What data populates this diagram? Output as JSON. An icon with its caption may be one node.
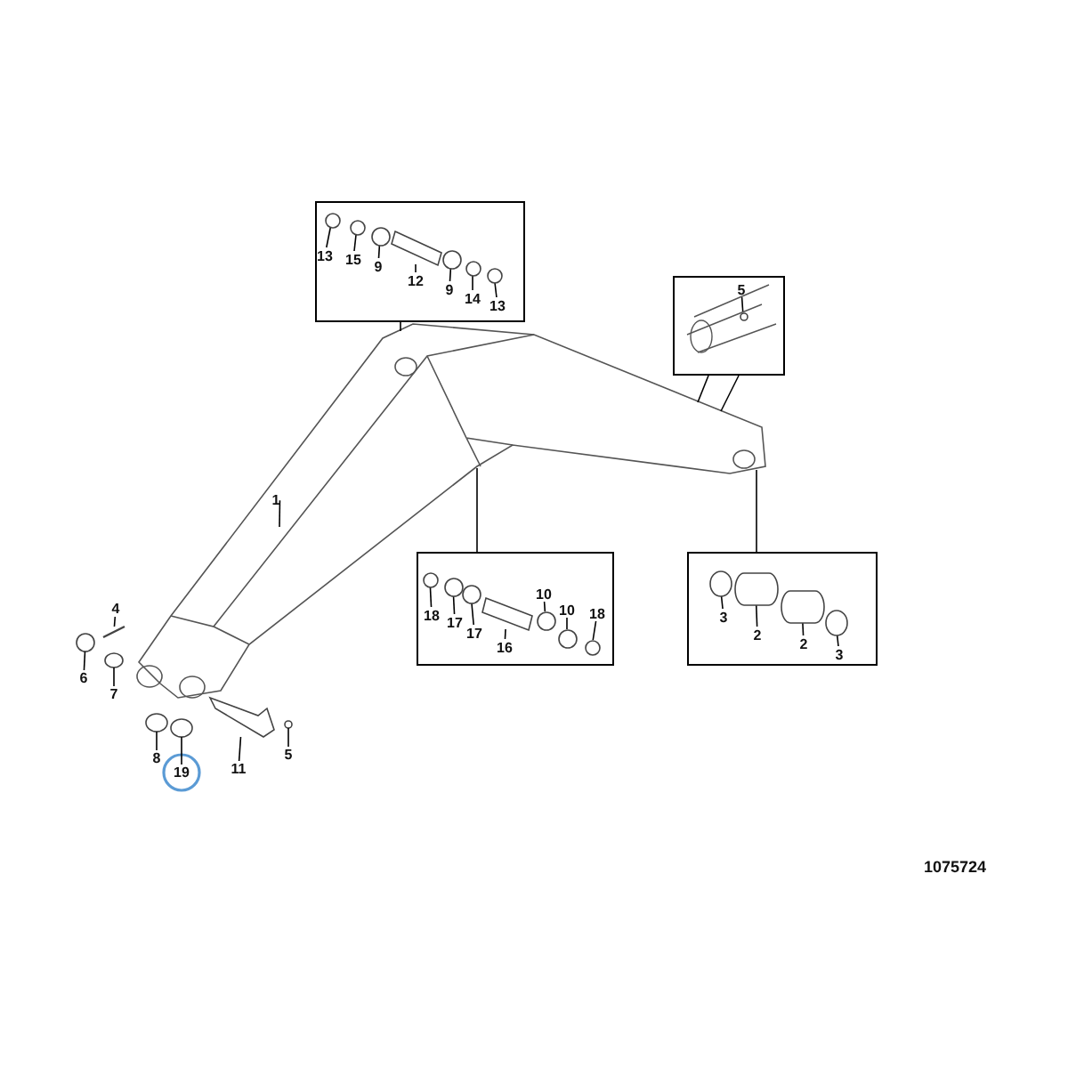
{
  "diagram": {
    "nodes": [
      {
        "text": [],
        "shape": "box"
      },
      {
        "text": [
          "13"
        ],
        "in": 0
      },
      {
        "text": [
          "15"
        ],
        "in": 0
      },
      {
        "text": [
          "9"
        ],
        "in": 0
      },
      {
        "text": [
          "12"
        ],
        "in": 0
      },
      {
        "text": [
          "9"
        ],
        "in": 0
      },
      {
        "text": [
          "14"
        ],
        "in": 0
      },
      {
        "text": [
          "13"
        ],
        "in": 0
      },
      {
        "text": [],
        "shape": "circle",
        "in": 0
      },
      {
        "text": [],
        "shape": "circle",
        "in": 0
      },
      {
        "text": [],
        "shape": "circle",
        "in": 0
      },
      {
        "text": [],
        "shape": "cylinder",
        "in": 0
      },
      {
        "text": [],
        "shape": "circle",
        "in": 0
      },
      {
        "text": [],
        "shape": "circle",
        "in": 0
      },
      {
        "text": [],
        "shape": "circle",
        "in": 0
      },
      {
        "text": [],
        "shape": "box"
      },
      {
        "text": [
          "5"
        ],
        "in": 15
      },
      {
        "text": [],
        "shape": "circle",
        "in": 15
      },
      {
        "text": [],
        "shape": "picture"
      },
      {
        "text": [
          "1"
        ],
        "in": 18
      },
      {
        "text": [],
        "shape": "box"
      },
      {
        "text": [
          "18"
        ],
        "in": 20
      },
      {
        "text": [
          "17"
        ],
        "in": 20
      },
      {
        "text": [
          "17"
        ],
        "in": 20
      },
      {
        "text": [
          "16"
        ],
        "in": 20
      },
      {
        "text": [
          "10"
        ],
        "in": 20
      },
      {
        "text": [
          "10"
        ],
        "in": 20
      },
      {
        "text": [
          "18"
        ],
        "in": 20
      },
      {
        "text": [],
        "shape": "circle",
        "in": 20
      },
      {
        "text": [],
        "shape": "circle",
        "in": 20
      },
      {
        "text": [],
        "shape": "circle",
        "in": 20
      },
      {
        "text": [],
        "shape": "cylinder",
        "in": 20
      },
      {
        "text": [],
        "shape": "circle",
        "in": 20
      },
      {
        "text": [],
        "shape": "circle",
        "in": 20
      },
      {
        "text": [],
        "shape": "circle",
        "in": 20
      },
      {
        "text": [],
        "shape": "box"
      },
      {
        "text": [
          "3"
        ],
        "in": 35
      },
      {
        "text": [
          "2"
        ],
        "in": 35
      },
      {
        "text": [
          "2"
        ],
        "in": 35
      },
      {
        "text": [
          "3"
        ],
        "in": 35
      },
      {
        "text": [],
        "shape": "circle",
        "in": 35
      },
      {
        "text": [],
        "shape": "cylinder",
        "in": 35
      },
      {
        "text": [],
        "shape": "cylinder",
        "in": 35
      },
      {
        "text": [],
        "shape": "circle",
        "in": 35
      },
      {
        "text": [
          "4"
        ]
      },
      {
        "text": [
          "6"
        ]
      },
      {
        "text": [
          "7"
        ]
      },
      {
        "text": [
          "8"
        ]
      },
      {
        "text": [
          "19"
        ]
      },
      {
        "text": [
          "11"
        ]
      },
      {
        "text": [
          "5"
        ]
      },
      {
        "text": [],
        "shape": "bar"
      },
      {
        "text": [],
        "shape": "circle"
      },
      {
        "text": [],
        "shape": "circle"
      },
      {
        "text": [],
        "shape": "circle"
      },
      {
        "text": [],
        "shape": "circle"
      },
      {
        "text": [],
        "shape": "cylinder"
      },
      {
        "text": [],
        "shape": "circle"
      }
    ],
    "edges": [
      {
        "from": 0,
        "to": 18,
        "arrow": "none"
      },
      {
        "from": 1,
        "to": 8,
        "arrow": "none"
      },
      {
        "from": 2,
        "to": 9,
        "arrow": "none"
      },
      {
        "from": 3,
        "to": 10,
        "arrow": "none"
      },
      {
        "from": 4,
        "to": 11,
        "arrow": "none"
      },
      {
        "from": 5,
        "to": 12,
        "arrow": "none"
      },
      {
        "from": 6,
        "to": 13,
        "arrow": "none"
      },
      {
        "from": 7,
        "to": 14,
        "arrow": "none"
      },
      {
        "from": 15,
        "to": 18,
        "arrow": "none"
      },
      {
        "from": 15,
        "to": 18,
        "arrow": "none"
      },
      {
        "from": 16,
        "to": 17,
        "arrow": "none"
      },
      {
        "from": 19,
        "to": 18,
        "arrow": "none"
      },
      {
        "from": 20,
        "to": 18,
        "arrow": "none"
      },
      {
        "from": 21,
        "to": 28,
        "arrow": "none"
      },
      {
        "from": 22,
        "to": 29,
        "arrow": "none"
      },
      {
        "from": 23,
        "to": 30,
        "arrow": "none"
      },
      {
        "from": 24,
        "to": 31,
        "arrow": "none"
      },
      {
        "from": 25,
        "to": 32,
        "arrow": "none"
      },
      {
        "from": 26,
        "to": 33,
        "arrow": "none"
      },
      {
        "from": 27,
        "to": 34,
        "arrow": "none"
      },
      {
        "from": 35,
        "to": 18,
        "arrow": "none"
      },
      {
        "from": 36,
        "to": 40,
        "arrow": "none"
      },
      {
        "from": 37,
        "to": 41,
        "arrow": "none"
      },
      {
        "from": 38,
        "to": 42,
        "arrow": "none"
      },
      {
        "from": 39,
        "to": 43,
        "arrow": "none"
      },
      {
        "from": 44,
        "to": 51,
        "arrow": "none"
      },
      {
        "from": 45,
        "to": 52,
        "arrow": "none"
      },
      {
        "from": 46,
        "to": 53,
        "arrow": "none"
      },
      {
        "from": 47,
        "to": 54,
        "arrow": "none"
      },
      {
        "from": 48,
        "to": 55,
        "arrow": "none"
      },
      {
        "from": 49,
        "to": 56,
        "arrow": "none"
      },
      {
        "from": 50,
        "to": 57,
        "arrow": "none"
      }
    ],
    "labels": [
      "1075724"
    ]
  }
}
